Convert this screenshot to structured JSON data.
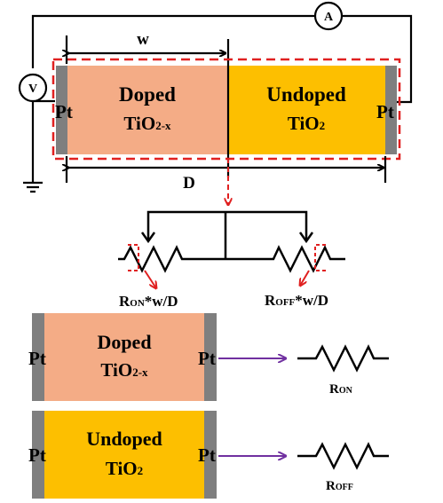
{
  "colors": {
    "doped": "#F4AC86",
    "undoped": "#FDBF00",
    "electrode": "#7F7F7F",
    "dashed_box": "#E02020",
    "arrow_red": "#E02020",
    "arrow_purple": "#7030A0",
    "wire": "#000000"
  },
  "top_device": {
    "left_electrode": "Pt",
    "right_electrode": "Pt",
    "doped_title": "Doped",
    "doped_formula_main": "TiO",
    "doped_formula_sub": "2-x",
    "undoped_title": "Undoped",
    "undoped_formula_main": "TiO",
    "undoped_formula_sub": "2",
    "width_label": "w",
    "length_label": "D",
    "ammeter_label": "A",
    "voltmeter_label": "V"
  },
  "equivalent_circuit": {
    "ron_main": "R",
    "ron_sub": "ON",
    "ron_suffix": "*w/D",
    "roff_main": "R",
    "roff_sub": "OFF",
    "roff_suffix": "*w/D"
  },
  "doped_cell": {
    "left_electrode": "Pt",
    "right_electrode": "Pt",
    "title": "Doped",
    "formula_main": "TiO",
    "formula_sub": "2-x",
    "resistor_main": "R",
    "resistor_sub": "ON"
  },
  "undoped_cell": {
    "left_electrode": "Pt",
    "right_electrode": "Pt",
    "title": "Undoped",
    "formula_main": "TiO",
    "formula_sub": "2",
    "resistor_main": "R",
    "resistor_sub": "OFF"
  }
}
